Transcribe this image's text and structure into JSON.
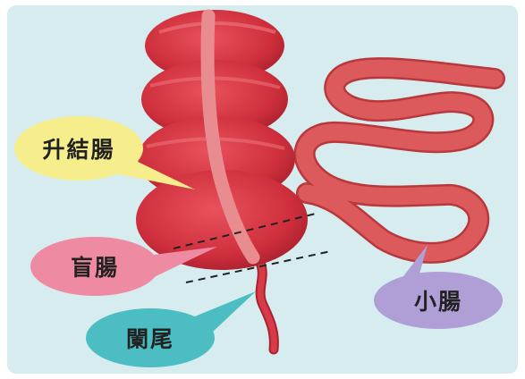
{
  "diagram": {
    "background": "#d6ecef",
    "labels": {
      "ascending_colon": "升結腸",
      "cecum": "盲腸",
      "appendix": "闌尾",
      "small_intestine": "小腸"
    },
    "colors": {
      "colon": "#d93a47",
      "colon_dark": "#a8222f",
      "taenia_band": "#e98c8f",
      "small_intestine": "#dc5a5c",
      "label_yellow": "#f6ee8c",
      "label_pink": "#ee8aa2",
      "label_teal": "#4cbec3",
      "label_purple": "#b09fd6"
    }
  }
}
